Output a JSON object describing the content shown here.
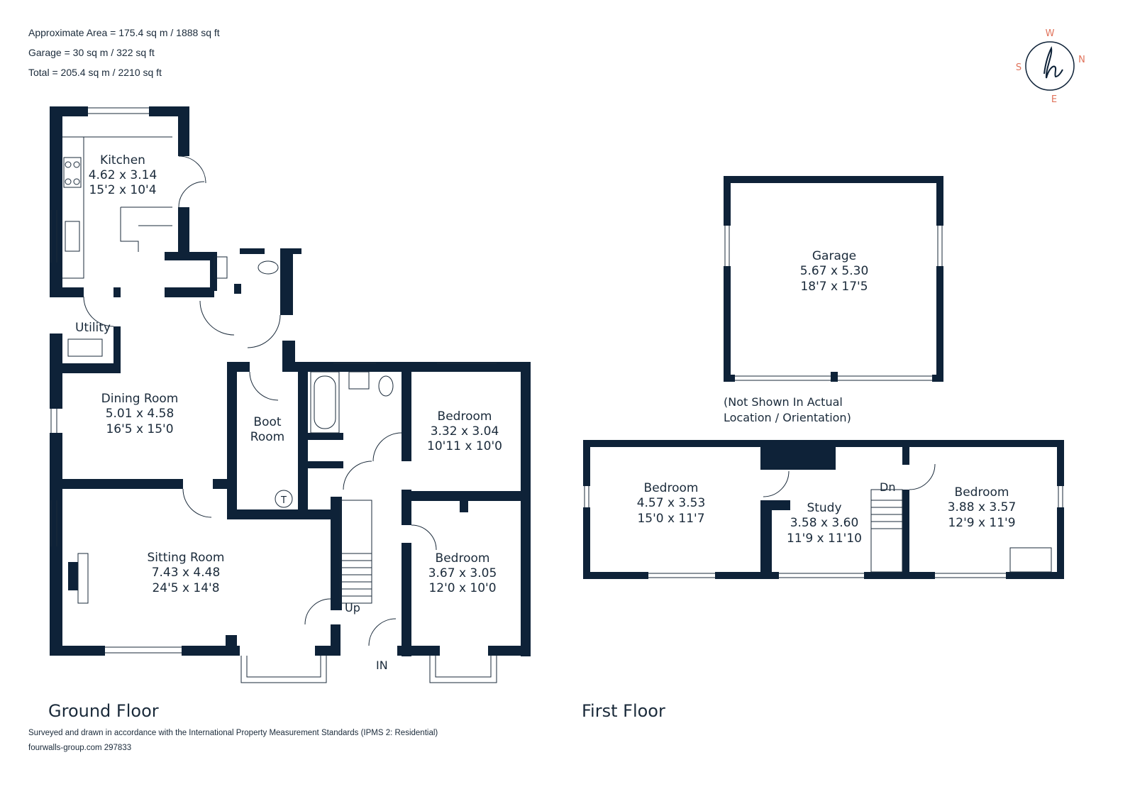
{
  "areas": {
    "approx": "Approximate Area = 175.4 sq m / 1888 sq ft",
    "garage": "Garage = 30 sq m / 322 sq ft",
    "total": "Total = 205.4 sq m / 2210 sq ft"
  },
  "compass": {
    "w": "W",
    "s": "S",
    "n": "N",
    "e": "E",
    "logo": "h",
    "accent": "#e0735b",
    "ink": "#0e2238"
  },
  "ground": {
    "title": "Ground Floor",
    "kitchen": {
      "name": "Kitchen",
      "m": "4.62 x 3.14",
      "ft": "15'2 x 10'4"
    },
    "utility": {
      "name": "Utility"
    },
    "dining": {
      "name": "Dining Room",
      "m": "5.01 x 4.58",
      "ft": "16'5 x 15'0"
    },
    "boot": {
      "name1": "Boot",
      "name2": "Room",
      "tank": "T"
    },
    "bedroom1": {
      "name": "Bedroom",
      "m": "3.32 x 3.04",
      "ft": "10'11 x 10'0"
    },
    "bedroom2": {
      "name": "Bedroom",
      "m": "3.67 x 3.05",
      "ft": "12'0 x 10'0"
    },
    "sitting": {
      "name": "Sitting Room",
      "m": "7.43 x 4.48",
      "ft": "24'5 x 14'8"
    },
    "up": "Up",
    "in": "IN"
  },
  "garage": {
    "name": "Garage",
    "m": "5.67 x 5.30",
    "ft": "18'7 x 17'5",
    "note1": "(Not Shown In Actual",
    "note2": "Location / Orientation)"
  },
  "first": {
    "title": "First Floor",
    "bedroom3": {
      "name": "Bedroom",
      "m": "4.57 x 3.53",
      "ft": "15'0 x 11'7"
    },
    "study": {
      "name": "Study",
      "m": "3.58 x 3.60",
      "ft": "11'9 x 11'10"
    },
    "bedroom4": {
      "name": "Bedroom",
      "m": "3.88 x 3.57",
      "ft": "12'9 x 11'9"
    },
    "dn": "Dn"
  },
  "footer": {
    "line1": "Surveyed and drawn in accordance with the International Property Measurement Standards (IPMS 2: Residential)",
    "line2": "fourwalls-group.com 297833"
  }
}
